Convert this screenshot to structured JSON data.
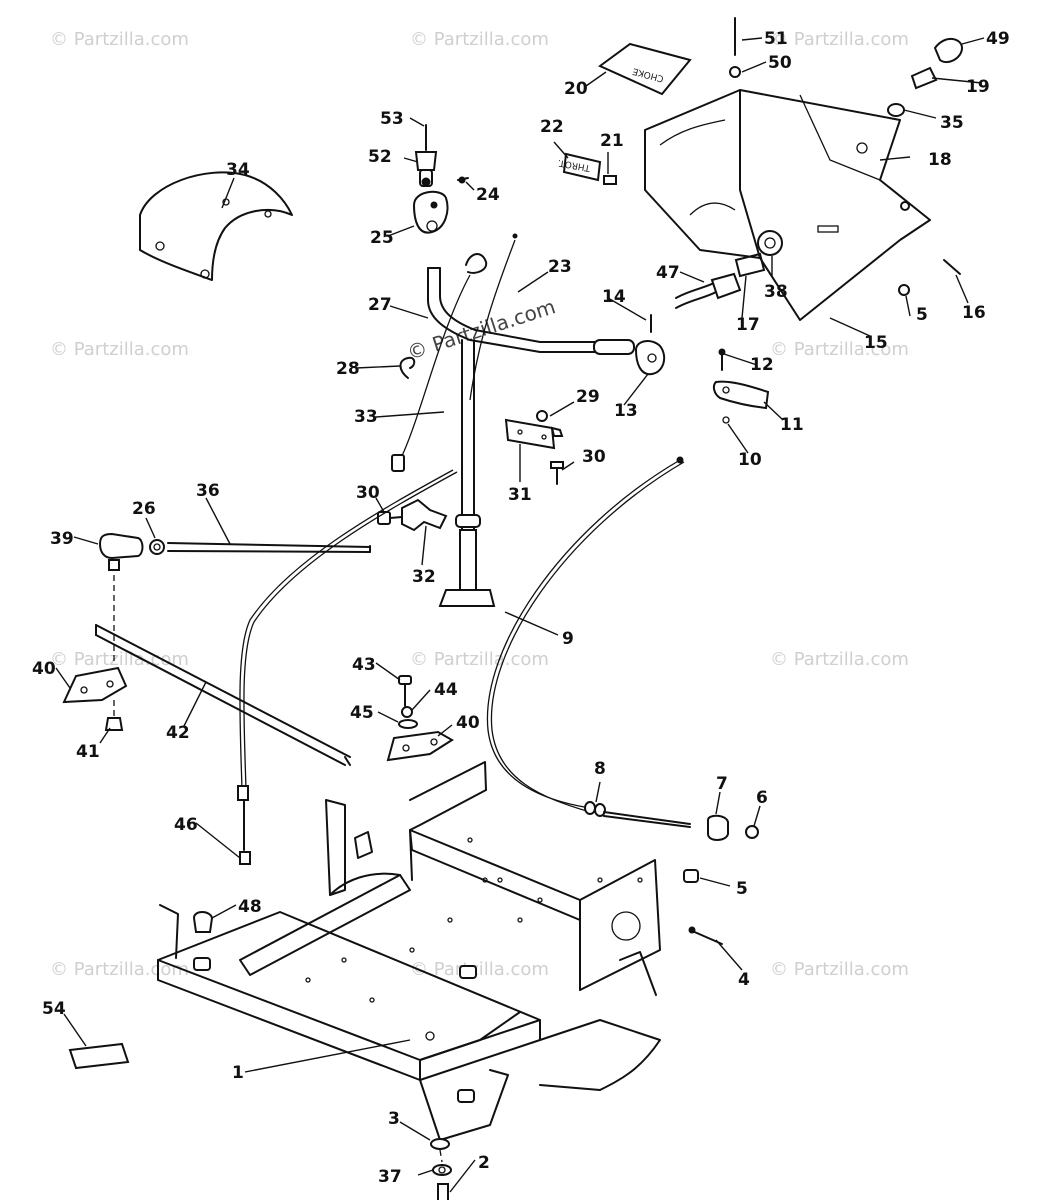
{
  "watermark": "© Partzilla.com",
  "labels": [
    "1",
    "2",
    "3",
    "4",
    "5",
    "5",
    "6",
    "7",
    "8",
    "9",
    "10",
    "11",
    "12",
    "13",
    "14",
    "15",
    "16",
    "17",
    "18",
    "19",
    "20",
    "21",
    "22",
    "23",
    "24",
    "25",
    "26",
    "27",
    "28",
    "29",
    "30",
    "30",
    "31",
    "32",
    "33",
    "34",
    "35",
    "36",
    "37",
    "38",
    "39",
    "40",
    "40",
    "41",
    "42",
    "43",
    "44",
    "45",
    "46",
    "47",
    "48",
    "49",
    "50",
    "51",
    "52",
    "53",
    "54"
  ],
  "decals": {
    "decal_20": "CHOKE",
    "decal_22": "THROT."
  }
}
